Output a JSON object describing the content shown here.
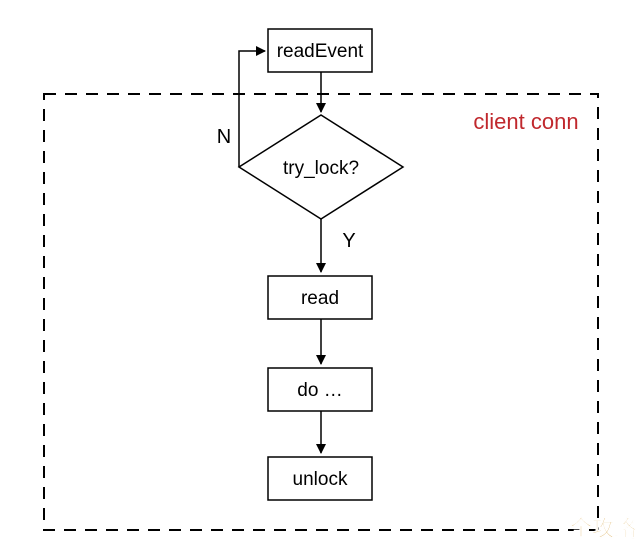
{
  "diagram": {
    "nodes": {
      "read_event": "readEvent",
      "try_lock": "try_lock?",
      "read": "read",
      "do": "do …",
      "unlock": "unlock"
    },
    "edge_labels": {
      "no": "N",
      "yes": "Y"
    },
    "group_label": "client conn"
  },
  "watermark": {
    "text": "全攻略"
  },
  "colors": {
    "stroke": "#000000",
    "group_label": "#c0282d",
    "watermark": "#d6a446",
    "background": "#ffffff"
  }
}
